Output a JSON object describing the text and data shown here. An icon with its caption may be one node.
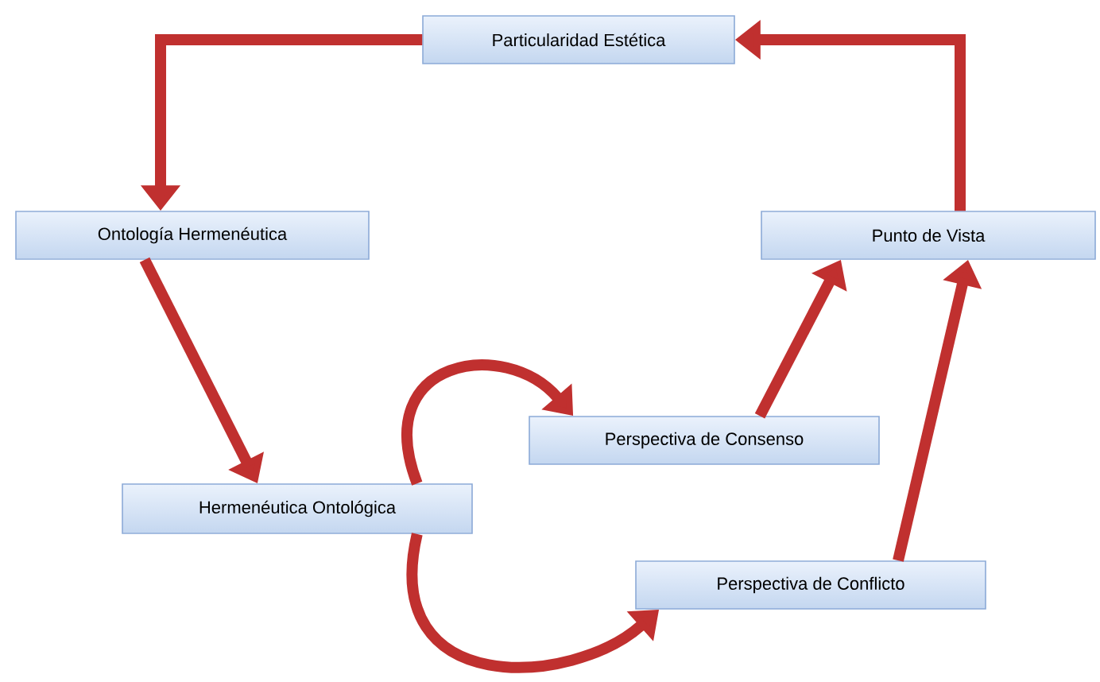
{
  "diagram": {
    "nodes": [
      {
        "text": [
          "Particularidad Estética"
        ]
      },
      {
        "text": [
          "Ontología Hermenéutica"
        ]
      },
      {
        "text": [
          "Punto de Vista"
        ]
      },
      {
        "text": [
          "Perspectiva de Consenso"
        ]
      },
      {
        "text": [
          "Hermenéutica Ontológica"
        ]
      },
      {
        "text": [
          "Perspectiva de Conflicto"
        ]
      }
    ],
    "edges": [
      {
        "from": 0,
        "to": 1,
        "arrow": "to"
      },
      {
        "from": 2,
        "to": 0,
        "arrow": "to"
      },
      {
        "from": 1,
        "to": 4,
        "arrow": "to"
      },
      {
        "from": 4,
        "to": 3,
        "arrow": "to"
      },
      {
        "from": 4,
        "to": 5,
        "arrow": "to"
      },
      {
        "from": 3,
        "to": 2,
        "arrow": "to"
      },
      {
        "from": 5,
        "to": 2,
        "arrow": "to"
      }
    ]
  }
}
